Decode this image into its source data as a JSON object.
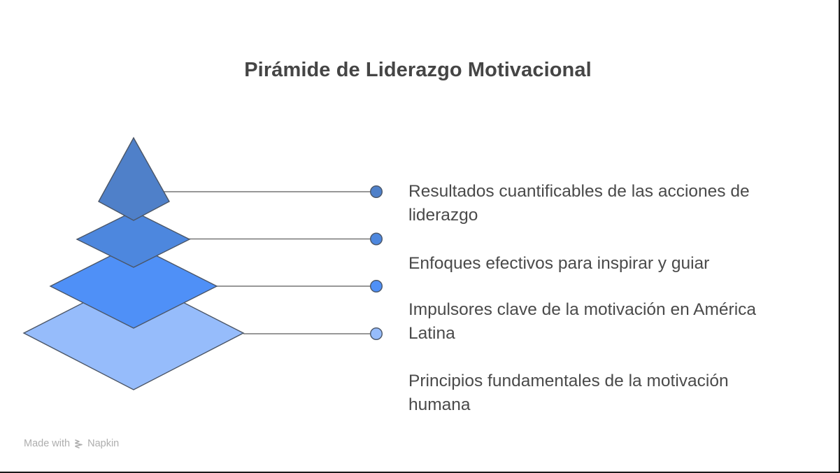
{
  "title": "Pirámide de Liderazgo Motivacional",
  "colors": {
    "level1": "#4f80c9",
    "level2": "#4d87de",
    "level3": "#4f90f7",
    "level4": "#96bcfb",
    "stroke": "#4a5566",
    "connector": "#777777",
    "text": "#4a4a4a",
    "title": "#454545"
  },
  "pyramid": {
    "levels": [
      {
        "level": 1,
        "position": "top",
        "label_lines": [
          "Resultados cuantificables de las acciones de",
          "liderazgo"
        ],
        "label": "Resultados cuantificables de las acciones de liderazgo",
        "color": "#4f80c9"
      },
      {
        "level": 2,
        "position": "upper-middle",
        "label_lines": [
          "Enfoques efectivos para inspirar y guiar"
        ],
        "label": "Enfoques efectivos para inspirar y guiar",
        "color": "#4d87de"
      },
      {
        "level": 3,
        "position": "lower-middle",
        "label_lines": [
          "Impulsores clave de la motivación en América",
          "Latina"
        ],
        "label": "Impulsores clave de la motivación en América Latina",
        "color": "#4f90f7"
      },
      {
        "level": 4,
        "position": "base",
        "label_lines": [
          "Principios fundamentales de la motivación",
          "humana"
        ],
        "label": "Principios fundamentales de la motivación humana",
        "color": "#96bcfb"
      }
    ]
  },
  "footer": {
    "made_with": "Made with",
    "brand": "Napkin",
    "logo_icon": "napkin-logo-icon"
  }
}
